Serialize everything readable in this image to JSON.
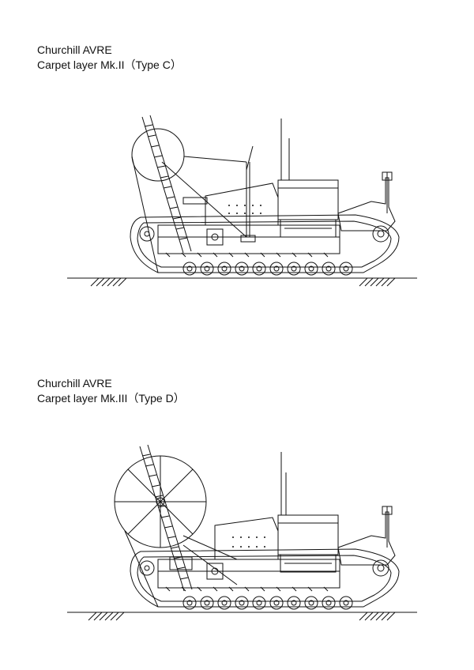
{
  "figures": [
    {
      "title": "Churchill AVRE",
      "subtitle": "Carpet layer Mk.II（Type C）",
      "variant": "type-c"
    },
    {
      "title": "Churchill AVRE",
      "subtitle": "Carpet layer Mk.III（Type D）",
      "variant": "type-d"
    }
  ],
  "colors": {
    "line": "#111111",
    "background": "#ffffff"
  }
}
